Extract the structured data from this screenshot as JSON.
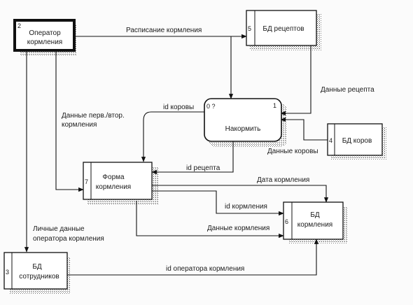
{
  "entities": {
    "operator": {
      "id": "2",
      "line1": "Оператор",
      "line2": "кормления"
    },
    "recipes_db": {
      "id": "5",
      "label": "БД рецептов"
    },
    "cows_db": {
      "id": "4",
      "label": "БД коров"
    },
    "process": {
      "id": "0 ?",
      "corner": "1",
      "label": "Накормить"
    },
    "form": {
      "id": "7",
      "line1": "Форма",
      "line2": "кормления"
    },
    "feeding_db": {
      "id": "6",
      "line1": "БД",
      "line2": "кормления"
    },
    "staff_db": {
      "id": "3",
      "line1": "БД",
      "line2": "сотрудников"
    }
  },
  "flows": {
    "schedule": "Расписание кормления",
    "recipe_data": "Данные рецепта",
    "cow_id": "id коровы",
    "first_second_l1": "Данные перв./втор.",
    "first_second_l2": "кормления",
    "cow_data": "Данные коровы",
    "recipe_id": "id рецепта",
    "feeding_date": "Дата кормления",
    "feeding_id": "id кормления",
    "feeding_data": "Данные кормления",
    "personal_l1": "Личные данные",
    "personal_l2": "оператора кормления",
    "operator_id": "id оператора кормления"
  }
}
